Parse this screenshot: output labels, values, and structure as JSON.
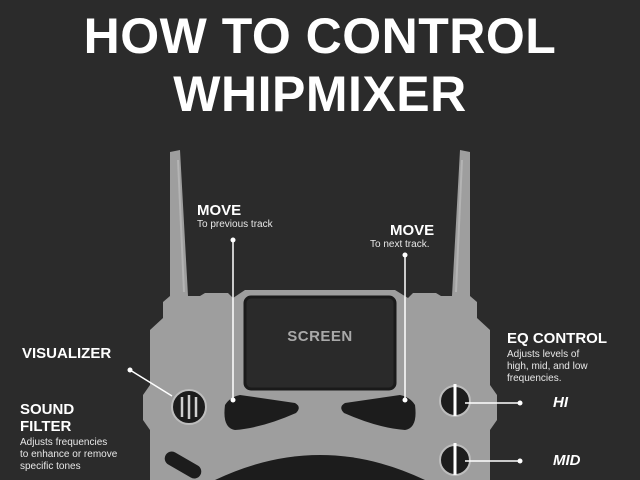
{
  "title": {
    "line1": "HOW TO CONTROL",
    "line2": "WHIPMIXER"
  },
  "device": {
    "screen_label": "SCREEN",
    "body_color": "#9e9e9e",
    "dark_color": "#1c1c1c",
    "background_color": "#2b2b2b"
  },
  "callouts": {
    "move_prev": {
      "title": "MOVE",
      "desc": "To previous track"
    },
    "move_next": {
      "title": "MOVE",
      "desc": "To next track."
    },
    "visualizer": {
      "title": "VISUALIZER"
    },
    "sound_filter": {
      "title_line1": "SOUND",
      "title_line2": "FILTER",
      "desc_line1": "Adjusts frequencies",
      "desc_line2": "to enhance or remove",
      "desc_line3": "specific tones"
    },
    "eq_control": {
      "title": "EQ CONTROL",
      "desc_line1": "Adjusts levels of",
      "desc_line2": "high, mid, and low",
      "desc_line3": "frequencies."
    },
    "hi": {
      "label": "HI"
    },
    "mid": {
      "label": "MID"
    }
  }
}
